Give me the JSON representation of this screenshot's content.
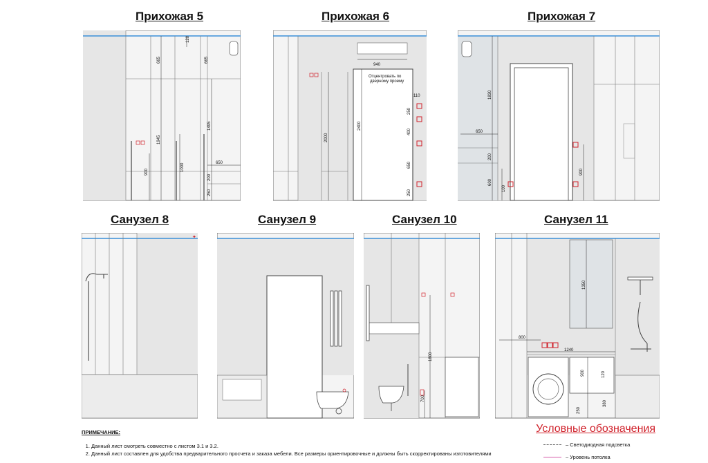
{
  "titles": {
    "p5": "Прихожая 5",
    "p6": "Прихожая 6",
    "p7": "Прихожая 7",
    "s8": "Санузел 8",
    "s9": "Санузел 9",
    "s10": "Санузел 10",
    "s11": "Санузел 11"
  },
  "p5": {
    "d665a": "665",
    "d120": "120",
    "d665b": "665",
    "d1945": "1945",
    "d1495": "1495",
    "d1000": "1000",
    "d900": "900",
    "d650": "650",
    "d200": "200",
    "d250": "250"
  },
  "p6": {
    "d940": "940",
    "note": "Отцентровать по",
    "note2": "дверному проему",
    "d2400": "2400",
    "d2000": "2000",
    "d110": "110",
    "d250a": "250",
    "d400": "400",
    "d650": "650",
    "d250b": "250"
  },
  "p7": {
    "d1830": "1830",
    "d650": "650",
    "d200": "200",
    "d600": "600",
    "d100": "100",
    "d900": "900"
  },
  "s10": {
    "d1800": "1800",
    "d700": "700"
  },
  "s11": {
    "d1350": "1350",
    "d800": "800",
    "d1240": "1240",
    "d900": "900",
    "d120": "120",
    "d380": "380",
    "d250": "250"
  },
  "notes": {
    "heading": "ПРИМЕЧАНИЕ:",
    "items": [
      "Данный лист смотреть совместно с листом 3.1 и 3.2.",
      "Данный лист составлен для удобства предварительного просчета и заказа мебели. Все размеры ориентировочные и должны быть скорректированы изготовителями"
    ]
  },
  "legend": {
    "title": "Условные обозначения",
    "led": "– Светодиодная подсветка",
    "ceiling": "– Уровень потолка"
  },
  "colors": {
    "wall": "#e6e6e6",
    "ceiling_line": "#3a8fd8",
    "accent": "#d0202a",
    "stroke": "#555555"
  }
}
